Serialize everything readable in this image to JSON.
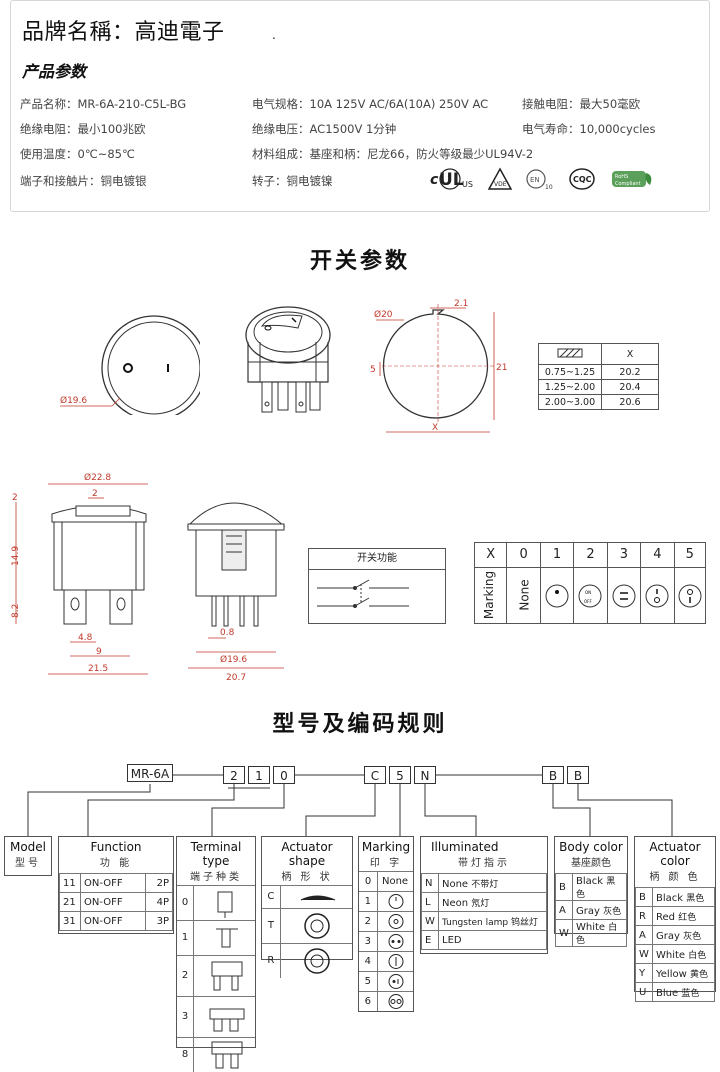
{
  "brand": {
    "title": "品牌名稱：高迪電子",
    "dot": ".",
    "subtitle": "产品参数"
  },
  "specs": {
    "col1": [
      "产品名称：MR-6A-210-C5L-BG",
      "绝缘电阻：最小100兆欧",
      "使用温度：0℃~85℃",
      "端子和接触片：铜电镀银"
    ],
    "col2": [
      "电气规格：10A  125V  AC/6A(10A) 250V  AC",
      "绝缘电压：AC1500V 1分钟",
      "材料组成：基座和柄：尼龙66，防火等级最少UL94V-2",
      "转子：铜电镀镍"
    ],
    "col3": [
      "接触电阻：最大50毫欧",
      "电气寿命：10,000cycles"
    ]
  },
  "certs": [
    "cULus",
    "VDE",
    "ENEC 10",
    "CQC",
    "RoHS Compliant"
  ],
  "section1_title": "开关参数",
  "section2_title": "型号及编码规则",
  "drawings": {
    "d_19_6_a": "Ø19.6",
    "d_20": "Ø20",
    "d_2_1": "2.1",
    "d_5": "5",
    "d_21": "21",
    "d_x": "X",
    "d_22_8": "Ø22.8",
    "d_2a": "2",
    "d_2b": "2",
    "d_14_9": "14.9",
    "d_8_2": "8.2",
    "d_4_8": "4.8",
    "d_9": "9",
    "d_21_5": "21.5",
    "d_0_8": "0.8",
    "d_19_6_b": "Ø19.6",
    "d_20_7": "20.7",
    "func_label": "开关功能"
  },
  "thickness_table": {
    "header": "X",
    "rows": [
      [
        "0.75~1.25",
        "20.2"
      ],
      [
        "1.25~2.00",
        "20.4"
      ],
      [
        "2.00~3.00",
        "20.6"
      ]
    ]
  },
  "marking_table": {
    "x_label": "X",
    "cols": [
      "0",
      "1",
      "2",
      "3",
      "4",
      "5"
    ],
    "row_label": "Marking",
    "none": "None",
    "on": "ON",
    "off": "OFF"
  },
  "code": {
    "prefix": "MR-6A",
    "boxes": [
      "2",
      "1",
      "0",
      "C",
      "5",
      "N",
      "B",
      "B"
    ]
  },
  "legend": {
    "model": {
      "en": "Model",
      "cn": "型号"
    },
    "function": {
      "en": "Function",
      "cn": "功  能",
      "rows": [
        [
          "11",
          "ON-OFF",
          "2P"
        ],
        [
          "21",
          "ON-OFF",
          "4P"
        ],
        [
          "31",
          "ON-OFF",
          "3P"
        ]
      ]
    },
    "terminal": {
      "en": "Terminal type",
      "cn": "端子种类",
      "rows": [
        "0",
        "1",
        "2",
        "3",
        "8"
      ]
    },
    "actuator": {
      "en": "Actuator shape",
      "cn": "柄 形 状",
      "rows": [
        "C",
        "T",
        "R"
      ]
    },
    "marking": {
      "en": "Marking",
      "cn": "印  字",
      "rows": [
        "0",
        "1",
        "2",
        "3",
        "4",
        "5",
        "6"
      ],
      "none": "None"
    },
    "illuminated": {
      "en": "Illuminated",
      "cn": "带灯指示",
      "rows": [
        [
          "N",
          "None",
          "不带灯"
        ],
        [
          "L",
          "Neon",
          "氖灯"
        ],
        [
          "W",
          "Tungsten lamp",
          "钨丝灯"
        ],
        [
          "E",
          "LED",
          ""
        ]
      ]
    },
    "body_color": {
      "en": "Body color",
      "cn": "基座颜色",
      "rows": [
        [
          "B",
          "Black",
          "黑色"
        ],
        [
          "A",
          "Gray",
          "灰色"
        ],
        [
          "W",
          "White",
          "白色"
        ]
      ]
    },
    "actuator_color": {
      "en": "Actuator color",
      "cn": "柄 颜 色",
      "rows": [
        [
          "B",
          "Black",
          "黑色"
        ],
        [
          "R",
          "Red",
          "红色"
        ],
        [
          "A",
          "Gray",
          "灰色"
        ],
        [
          "W",
          "White",
          "白色"
        ],
        [
          "Y",
          "Yellow",
          "黄色"
        ],
        [
          "U",
          "Blue",
          "蓝色"
        ]
      ]
    }
  }
}
